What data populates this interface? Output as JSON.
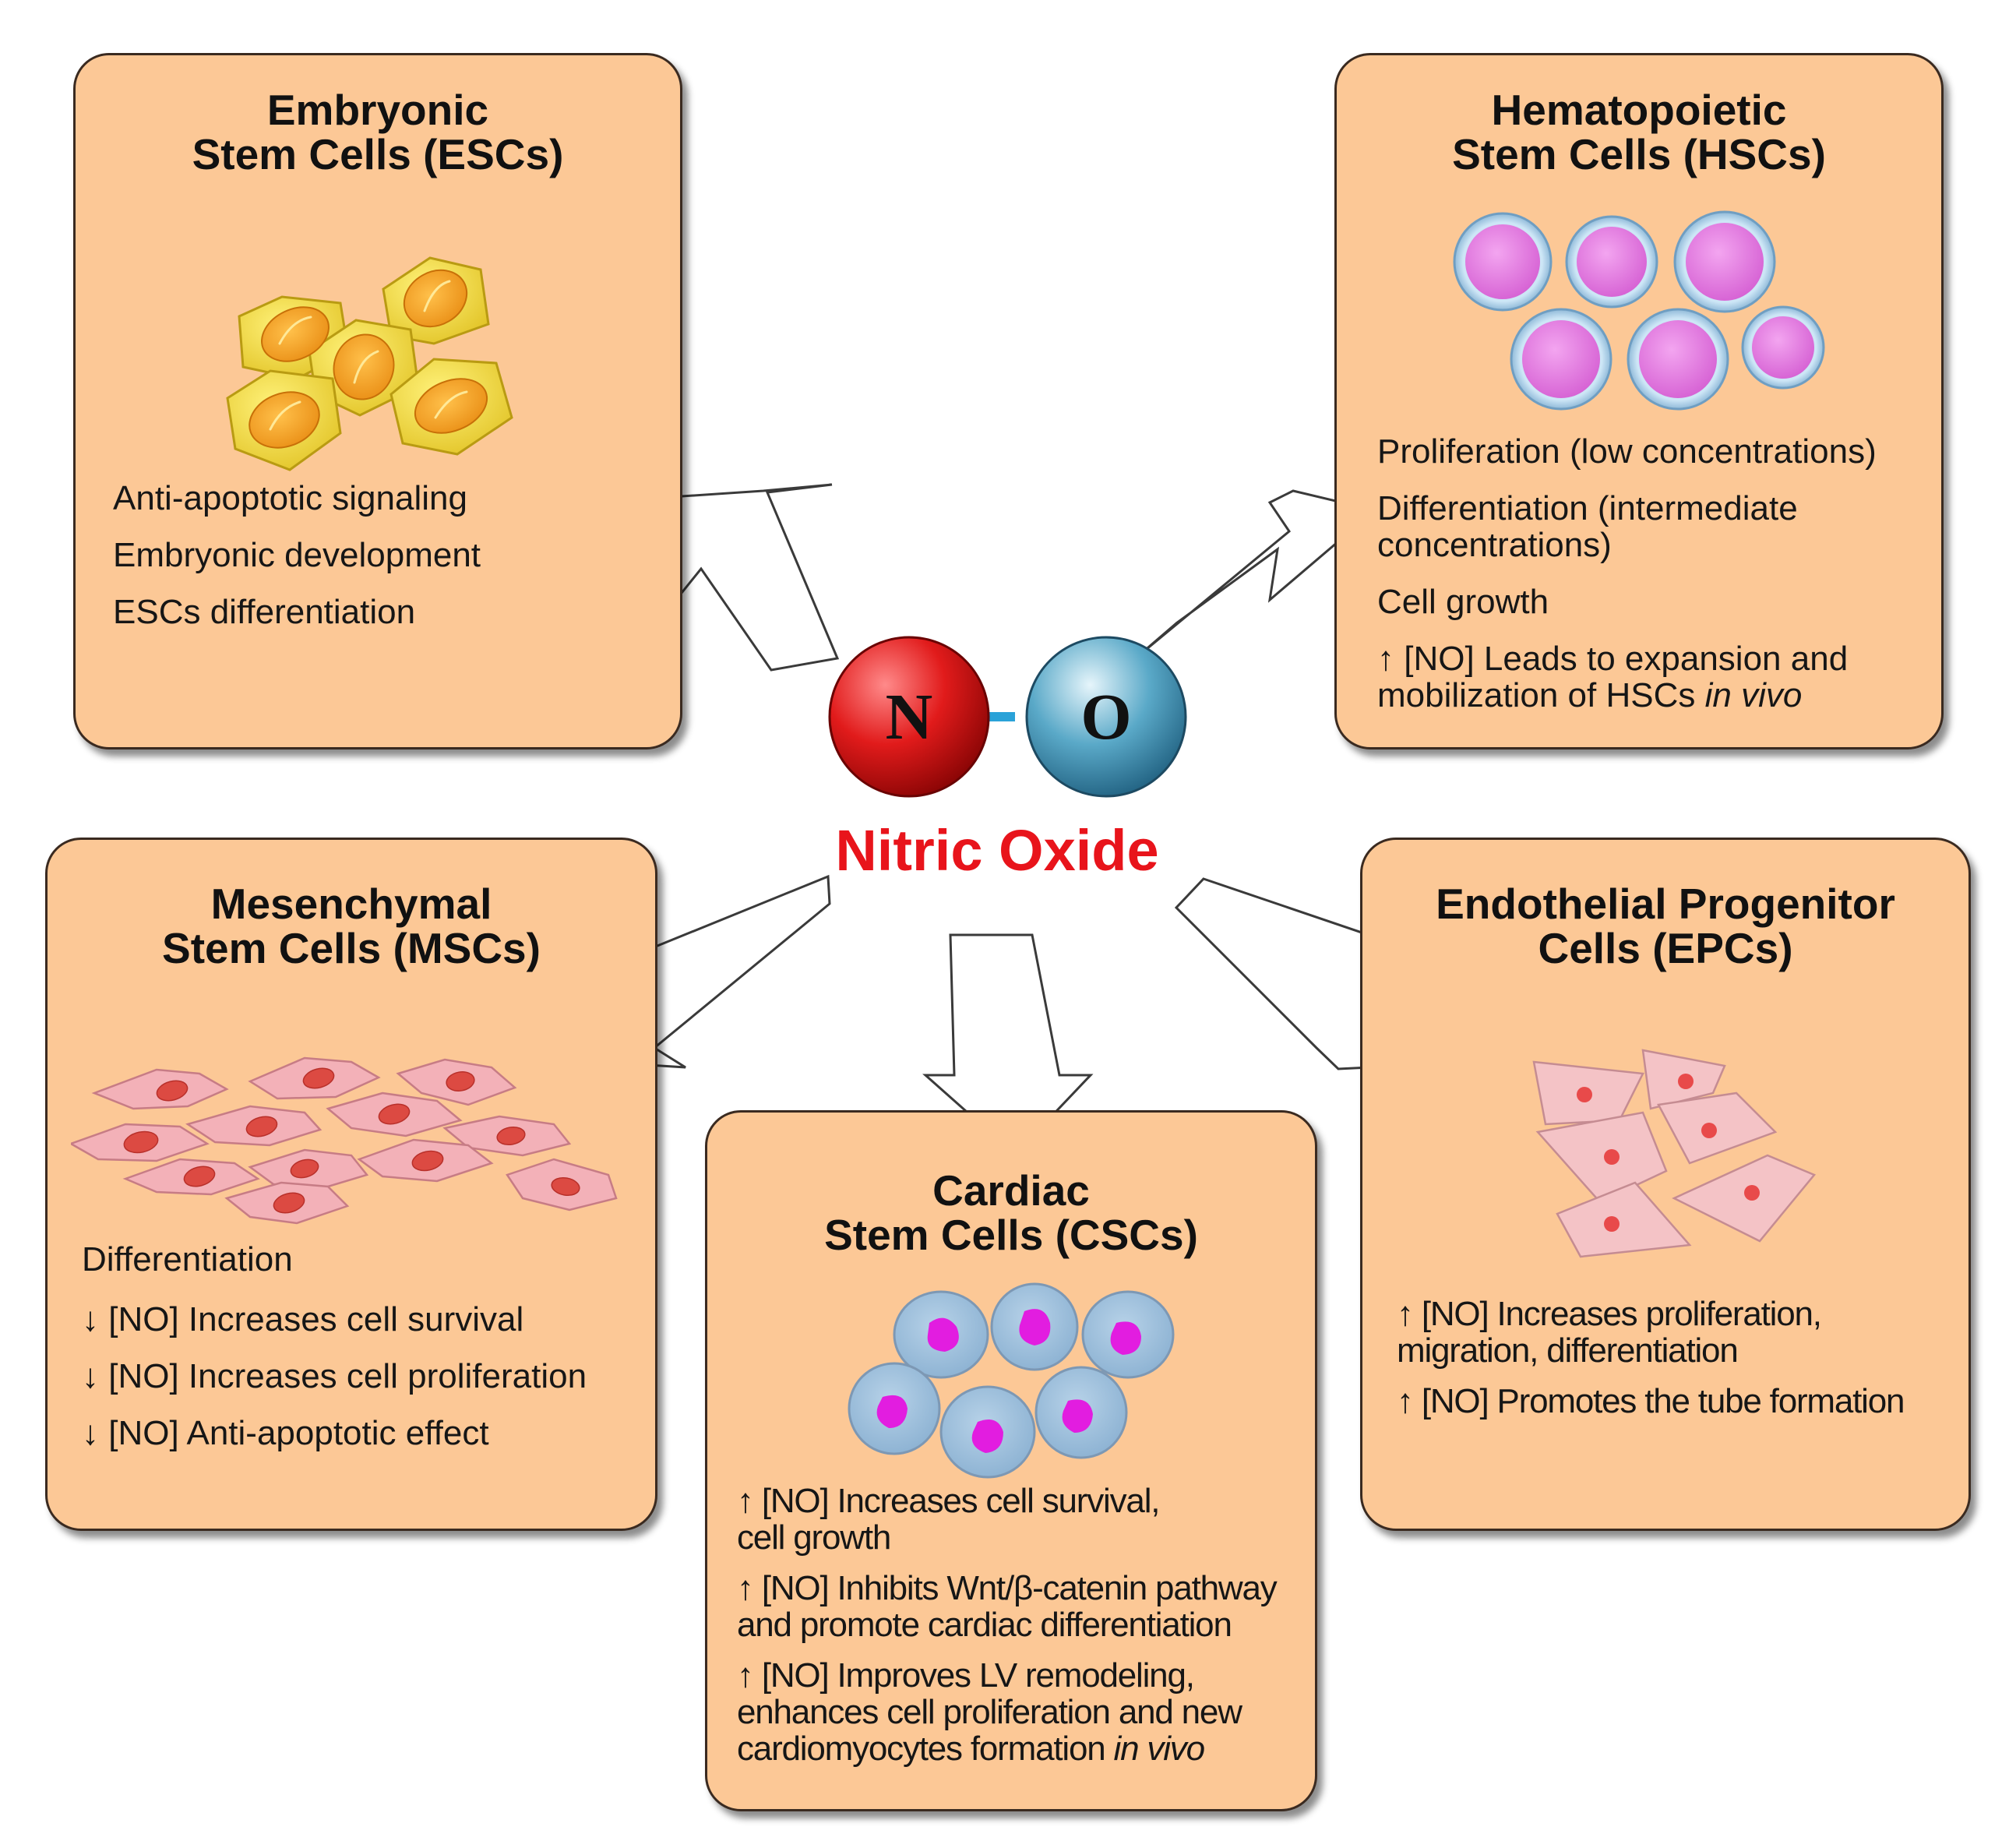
{
  "center": {
    "atom_n": "N",
    "atom_o": "O",
    "caption": "Nitric Oxide"
  },
  "boxes": {
    "esc": {
      "title_line1": "Embryonic",
      "title_line2": "Stem Cells (ESCs)",
      "items": [
        "Anti-apoptotic signaling",
        "Embryonic development",
        "ESCs differentiation"
      ]
    },
    "hsc": {
      "title_line1": "Hematopoietic",
      "title_line2": "Stem Cells (HSCs)",
      "items": [
        "Proliferation (low concentrations)",
        "Differentiation (intermediate concentrations)",
        "Cell growth"
      ],
      "item4_prefix": "↑ [NO] Leads to expansion and mobilization of HSCs ",
      "item4_italic": "in vivo"
    },
    "msc": {
      "title_line1": "Mesenchymal",
      "title_line2": "Stem Cells (MSCs)",
      "items": [
        "Differentiation",
        "↓ [NO] Increases cell survival",
        "↓ [NO] Increases cell proliferation",
        "↓ [NO] Anti-apoptotic effect"
      ]
    },
    "csc": {
      "title_line1": "Cardiac",
      "title_line2": "Stem Cells (CSCs)",
      "items": [
        "↑ [NO] Increases cell survival, cell growth",
        "↑ [NO] Inhibits Wnt/β-catenin pathway and promote cardiac differentiation"
      ],
      "item3_prefix": "↑ [NO] Improves LV remodeling, enhances cell proliferation and new cardiomyocytes formation ",
      "item3_italic": "in vivo"
    },
    "epc": {
      "title_line1": "Endothelial Progenitor",
      "title_line2": "Cells (EPCs)",
      "items": [
        "↑ [NO] Increases  proliferation, migration, differentiation",
        "↑ [NO] Promotes the tube formation"
      ]
    }
  },
  "colors": {
    "box_fill": "#fcc896",
    "box_border": "#3a2a20",
    "caption_red": "#e8141b",
    "atom_n_red": "#e11b1b",
    "atom_o_blue": "#5aa9c8"
  }
}
